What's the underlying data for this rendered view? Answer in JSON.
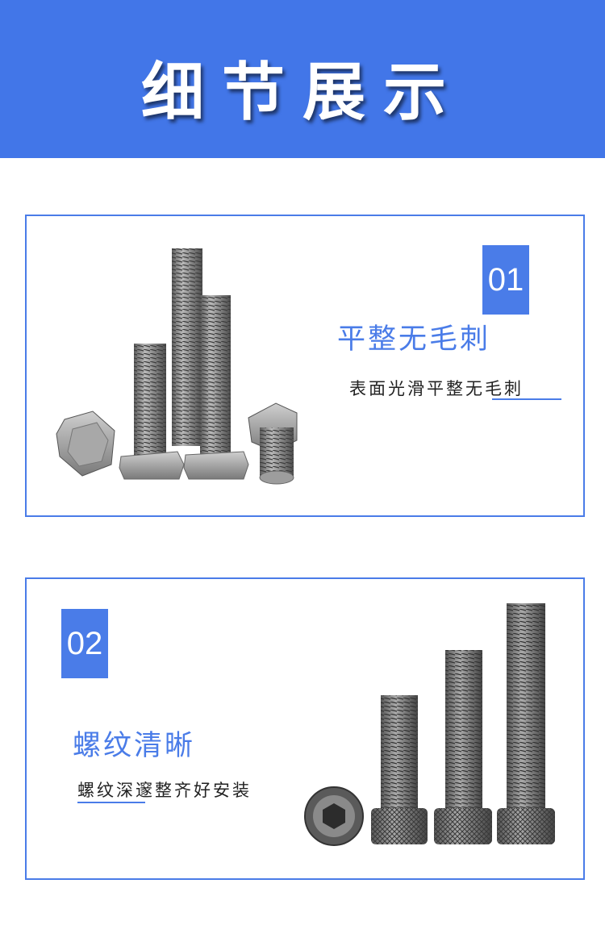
{
  "header": {
    "title": "细节展示"
  },
  "sections": [
    {
      "number": "01",
      "heading": "平整无毛刺",
      "description": "表面光滑平整无毛刺"
    },
    {
      "number": "02",
      "heading": "螺纹清晰",
      "description": "螺纹深邃整齐好安装"
    }
  ],
  "colors": {
    "brand": "#4276e8",
    "accent": "#4a7ce8",
    "text": "#222222"
  },
  "images": [
    {
      "name": "hex-bolts-photo"
    },
    {
      "name": "socket-cap-screws-photo"
    }
  ]
}
